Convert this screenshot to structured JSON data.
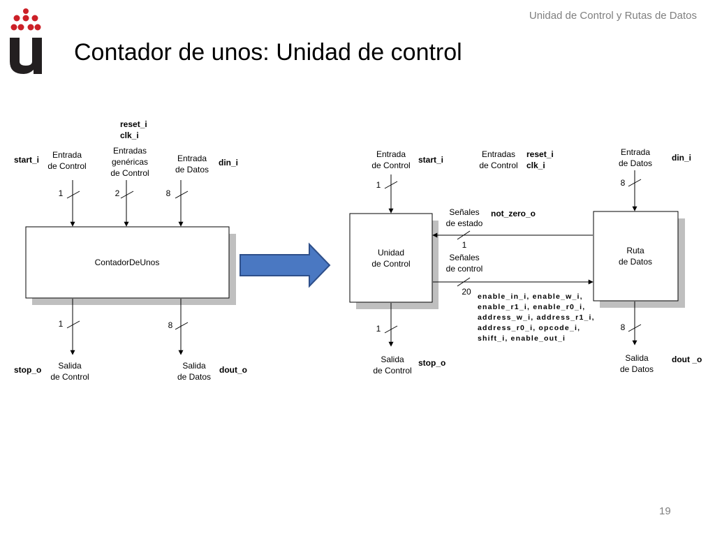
{
  "header": {
    "section": "Unidad de Control y Rutas de Datos",
    "title": "Contador de unos: Unidad de control"
  },
  "page_number": "19",
  "left_block": {
    "box_label": "ContadorDeUnos",
    "reset": "reset_i",
    "clk": "clk_i",
    "start": "start_i",
    "din": "din_i",
    "stop": "stop_o",
    "dout": "dout_o",
    "in_control": [
      "Entrada",
      "de Control"
    ],
    "in_generic": [
      "Entradas",
      "genéricas",
      "de Control"
    ],
    "in_data": [
      "Entrada",
      "de Datos"
    ],
    "out_control": [
      "Salida",
      "de Control"
    ],
    "out_data": [
      "Salida",
      "de Datos"
    ],
    "w_start": "1",
    "w_generic": "2",
    "w_din": "8",
    "w_stop": "1",
    "w_dout": "8"
  },
  "right_block": {
    "uc_label": [
      "Unidad",
      "de Control"
    ],
    "dp_label": [
      "Ruta",
      "de Datos"
    ],
    "in_control": [
      "Entrada",
      "de Control"
    ],
    "start": "start_i",
    "in_generic": [
      "Entradas",
      "de Control"
    ],
    "reset": "reset_i",
    "clk": "clk_i",
    "in_data": [
      "Entrada",
      "de Datos"
    ],
    "din": "din_i",
    "status": [
      "Señales",
      "de estado"
    ],
    "not_zero": "not_zero_o",
    "control": [
      "Señales",
      "de control"
    ],
    "out_control": [
      "Salida",
      "de Control"
    ],
    "stop": "stop_o",
    "out_data": [
      "Salida",
      "de Datos"
    ],
    "dout": "dout _o",
    "w_start": "1",
    "w_status": "1",
    "w_control": "20",
    "w_din": "8",
    "w_stop": "1",
    "w_dout": "8",
    "control_signals": [
      "enable_in_i, enable_w_i,",
      "enable_r1_i, enable_r0_i,",
      "address_w_i, address_r1_i,",
      "address_r0_i, opcode_i,",
      "shift_i, enable_out_i"
    ]
  },
  "colors": {
    "arrow_fill": "#4a78c2",
    "arrow_stroke": "#2e4f8a",
    "logo_red": "#cc2027",
    "shadow": "#bfbfbf"
  }
}
